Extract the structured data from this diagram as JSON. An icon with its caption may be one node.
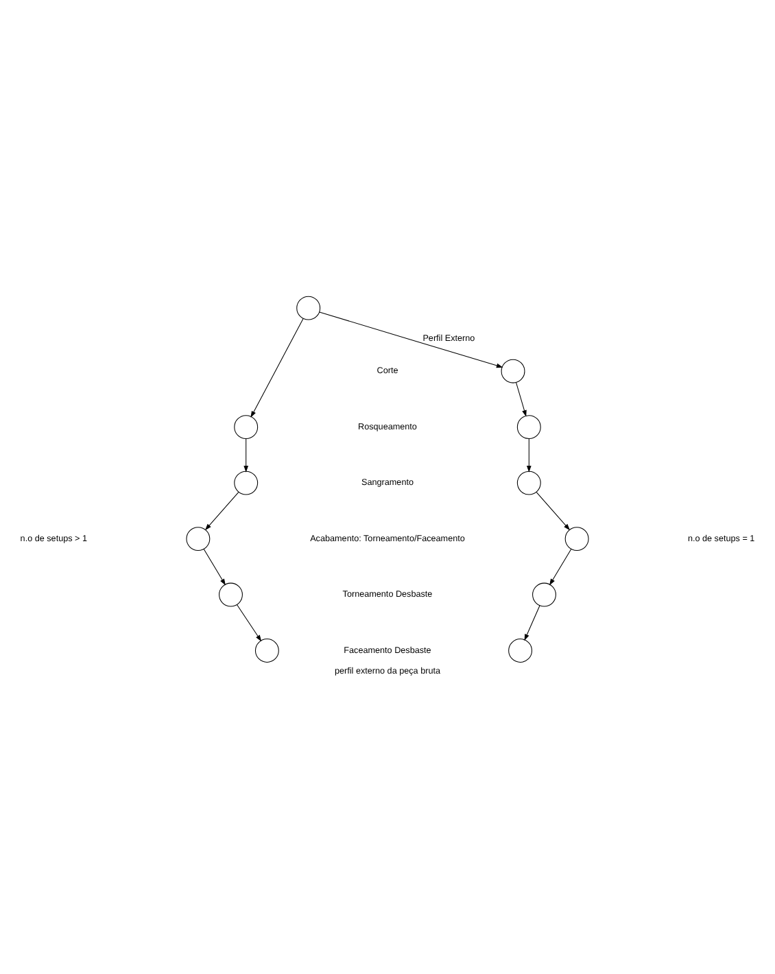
{
  "diagram": {
    "caption": "perfil externo da peça bruta",
    "nodes": [
      {
        "text": [],
        "shape": "circle"
      },
      {
        "text": [],
        "shape": "circle"
      },
      {
        "text": [],
        "shape": "circle"
      },
      {
        "text": [],
        "shape": "circle"
      },
      {
        "text": [],
        "shape": "circle"
      },
      {
        "text": [],
        "shape": "circle"
      },
      {
        "text": [],
        "shape": "circle"
      },
      {
        "text": [],
        "shape": "circle"
      },
      {
        "text": [],
        "shape": "circle"
      },
      {
        "text": [],
        "shape": "circle"
      },
      {
        "text": [],
        "shape": "circle"
      },
      {
        "text": [],
        "shape": "circle"
      }
    ],
    "edges": [
      {
        "from": 0,
        "to": 7,
        "arrow": "to"
      },
      {
        "from": 0,
        "to": 1,
        "label": "Perfil Externo",
        "arrow": "to"
      },
      {
        "from": 1,
        "to": 2,
        "arrow": "to"
      },
      {
        "from": 2,
        "to": 3,
        "arrow": "to"
      },
      {
        "from": 3,
        "to": 4,
        "arrow": "to"
      },
      {
        "from": 4,
        "to": 5,
        "arrow": "to"
      },
      {
        "from": 5,
        "to": 6,
        "arrow": "to"
      },
      {
        "from": 7,
        "to": 8,
        "arrow": "to"
      },
      {
        "from": 8,
        "to": 9,
        "arrow": "to"
      },
      {
        "from": 9,
        "to": 10,
        "arrow": "to"
      },
      {
        "from": 10,
        "to": 11,
        "arrow": "to"
      }
    ],
    "labels": [
      "Corte",
      "Rosqueamento",
      "Sangramento",
      "Acabamento: Torneamento/Faceamento",
      "Torneamento Desbaste",
      "Faceamento Desbaste",
      "n.o de setups > 1",
      "n.o de setups = 1"
    ]
  }
}
